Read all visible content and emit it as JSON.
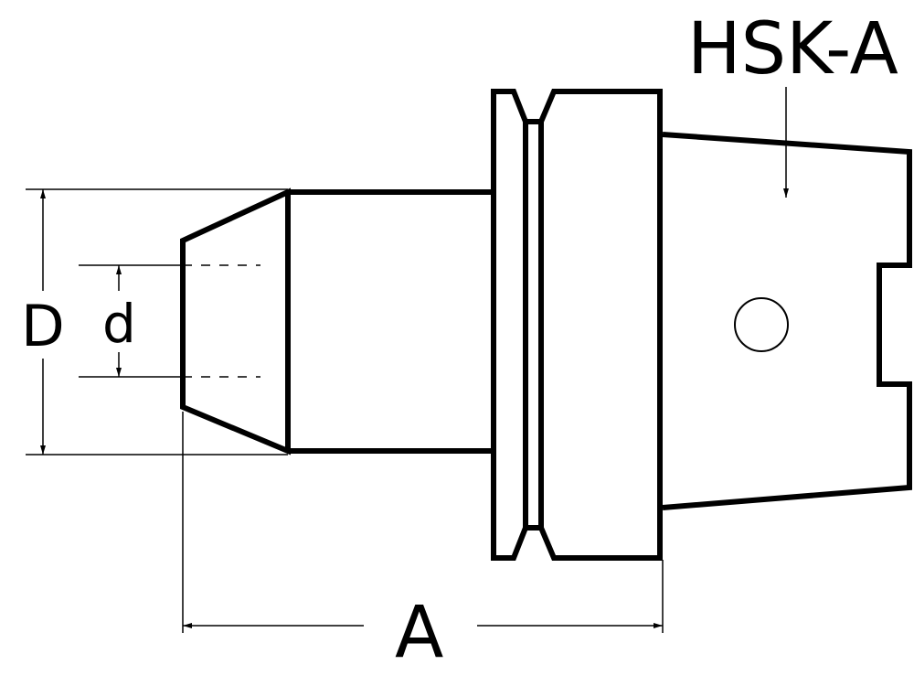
{
  "diagram": {
    "title": "HSK-A",
    "labels": {
      "outer_diameter": "D",
      "inner_diameter": "d",
      "length": "A"
    },
    "colors": {
      "stroke": "#000000",
      "background": "#ffffff"
    }
  }
}
